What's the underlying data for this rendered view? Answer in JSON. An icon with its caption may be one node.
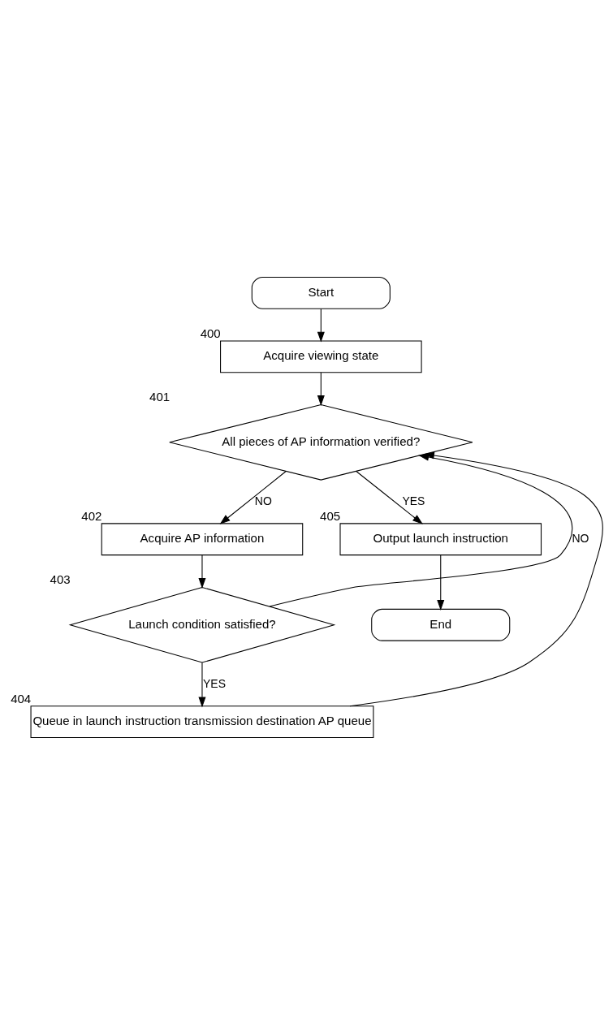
{
  "diagram": {
    "nodes": [
      {
        "text": [
          "Start"
        ]
      },
      {
        "text": [
          "Acquire viewing state"
        ],
        "beside": [
          "400"
        ]
      },
      {
        "text": [
          "All pieces of AP information verified?"
        ],
        "beside": [
          "401"
        ]
      },
      {
        "text": [
          "Acquire AP information"
        ],
        "beside": [
          "402"
        ]
      },
      {
        "text": [
          "Launch condition satisfied?"
        ],
        "beside": [
          "403"
        ]
      },
      {
        "text": [
          "Queue in launch instruction transmission destination AP queue"
        ],
        "beside": [
          "404"
        ]
      },
      {
        "text": [
          "Output launch instruction"
        ],
        "beside": [
          "405"
        ]
      },
      {
        "text": [
          "End"
        ]
      }
    ],
    "edges": [
      {
        "from": 0,
        "to": 1,
        "arrow": "to"
      },
      {
        "from": 1,
        "to": 2,
        "arrow": "to"
      },
      {
        "from": 2,
        "to": 3,
        "arrow": "to",
        "label": "NO"
      },
      {
        "from": 3,
        "to": 4,
        "arrow": "to"
      },
      {
        "from": 4,
        "to": 5,
        "arrow": "to",
        "label": "YES"
      },
      {
        "from": 4,
        "to": 2,
        "arrow": "to",
        "label": "NO"
      },
      {
        "from": 5,
        "to": 2,
        "arrow": "to"
      },
      {
        "from": 2,
        "to": 6,
        "arrow": "to",
        "label": "YES"
      },
      {
        "from": 6,
        "to": 7,
        "arrow": "to"
      }
    ]
  }
}
